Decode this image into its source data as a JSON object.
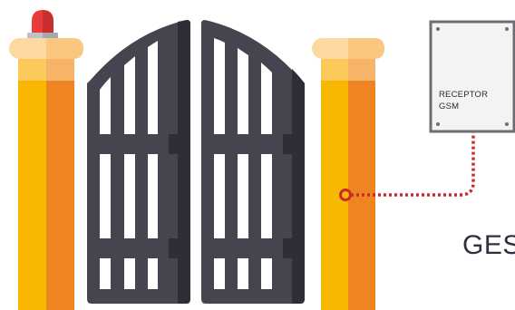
{
  "receptor": {
    "line1": "RECEPTOR",
    "line2": "GSM"
  },
  "caption": {
    "text": "GES"
  },
  "colors": {
    "pillar_yellow": "#F8B703",
    "pillar_orange": "#EF8522",
    "pillar_cap": "#FDD9A1",
    "pillar_cap_shade": "#F9C77F",
    "gate_dark": "#45454F",
    "gate_darker": "#2E2E37",
    "siren_red": "#E93B3B",
    "receptor_body": "#F3F3F3",
    "receptor_border": "#6D6E73",
    "wire_red": "#C92B2B",
    "text_dark": "#2E3040"
  }
}
